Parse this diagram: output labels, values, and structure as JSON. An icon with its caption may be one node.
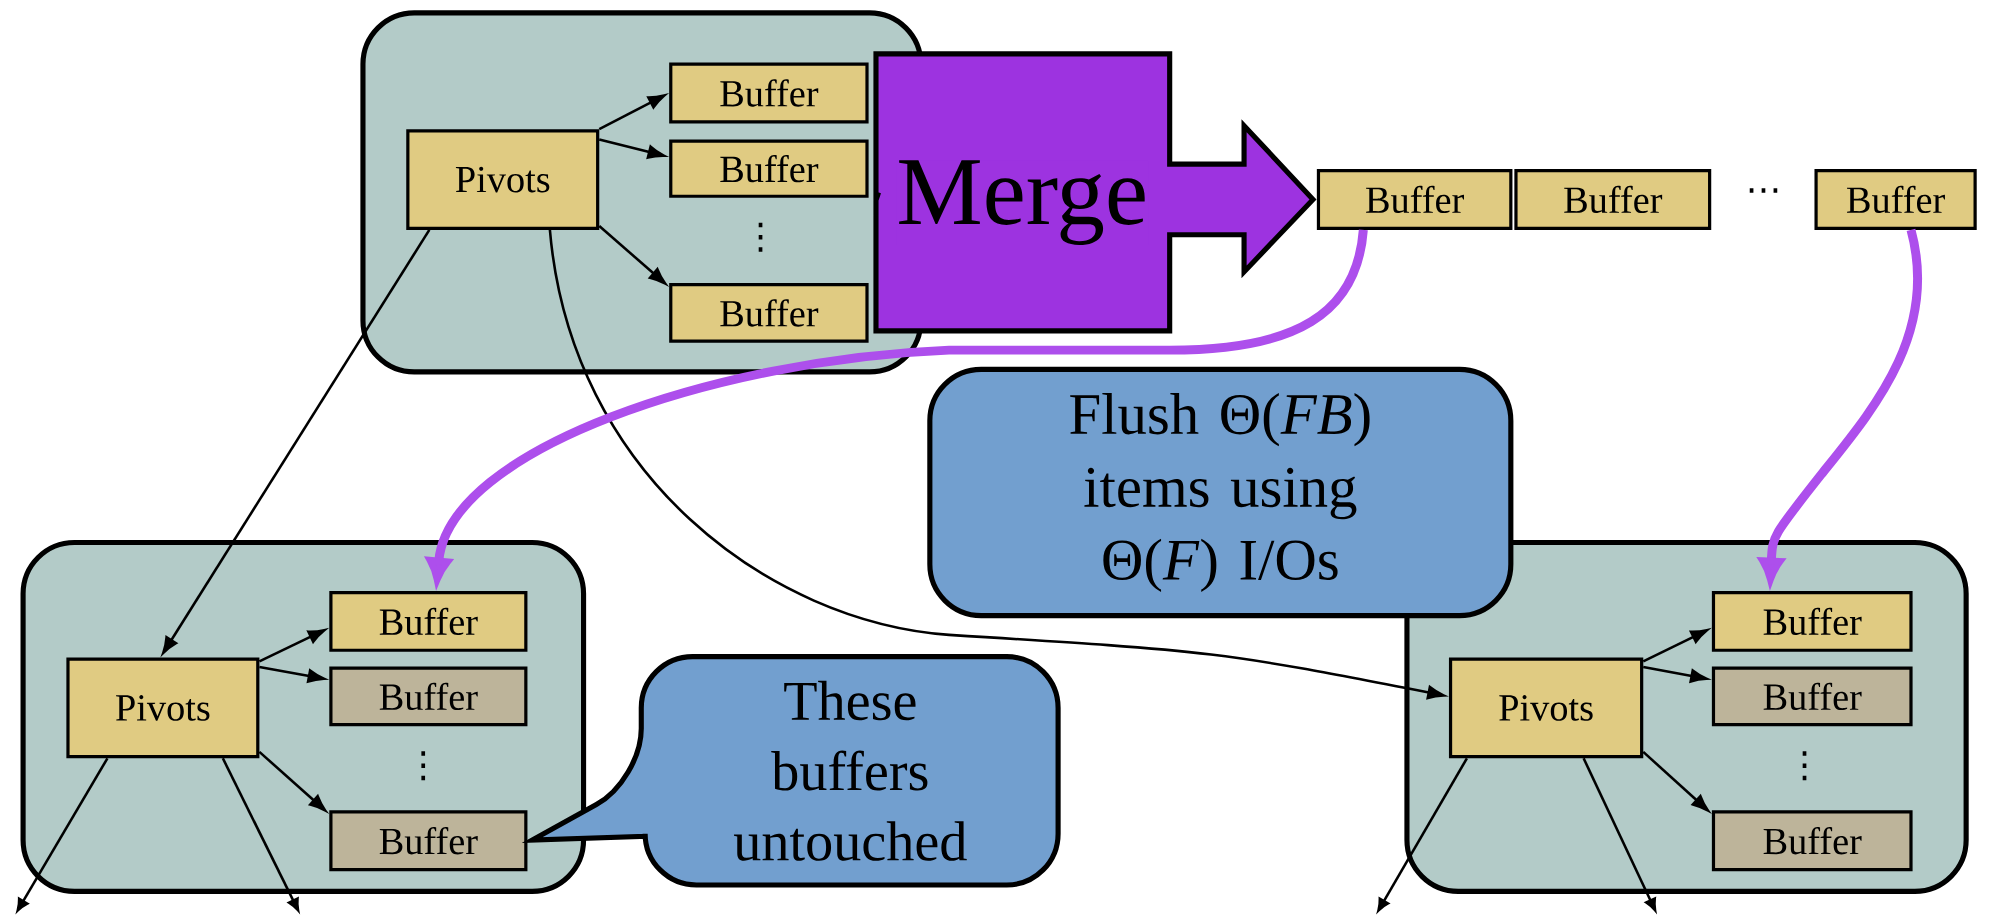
{
  "diagram": {
    "nodes": [
      {
        "text": [],
        "shape": "box"
      },
      {
        "text": [
          "Pivots"
        ],
        "in": 0
      },
      {
        "text": [
          "Buffer"
        ],
        "in": 0
      },
      {
        "text": [
          "Buffer"
        ],
        "in": 0
      },
      {
        "text": [
          "Buffer"
        ],
        "in": 0
      },
      {
        "text": [
          "Buffer"
        ]
      },
      {
        "text": [
          "Buffer"
        ]
      },
      {
        "text": [
          "Buffer"
        ]
      },
      {
        "text": [],
        "shape": "box"
      },
      {
        "text": [
          "Pivots"
        ],
        "in": 8
      },
      {
        "text": [
          "Buffer"
        ],
        "in": 8
      },
      {
        "text": [
          "Buffer"
        ],
        "in": 8
      },
      {
        "text": [
          "Buffer"
        ],
        "in": 8
      },
      {
        "text": [
          "These buffers untouched"
        ]
      },
      {
        "text": [],
        "shape": "box"
      },
      {
        "text": [
          "Pivots"
        ],
        "in": 14
      },
      {
        "text": [
          "Buffer"
        ],
        "in": 14
      },
      {
        "text": [
          "Buffer"
        ],
        "in": 14
      },
      {
        "text": [
          "Buffer"
        ],
        "in": 14
      },
      {
        "text": [
          "Flush Θ(*FB*) items using Θ(*F*) I/Os"
        ]
      }
    ],
    "edges": [
      {
        "from": 1,
        "to": 2,
        "arrow": "to"
      },
      {
        "from": 1,
        "to": 3,
        "arrow": "to"
      },
      {
        "from": 1,
        "to": 4,
        "arrow": "to"
      },
      {
        "from": 1,
        "to": 9,
        "arrow": "to"
      },
      {
        "from": 1,
        "to": 15,
        "arrow": "to"
      },
      {
        "from": 5,
        "to": 10,
        "arrow": "to",
        "style": "thick",
        "color": "#ad4fec"
      },
      {
        "from": 7,
        "to": 16,
        "arrow": "to",
        "style": "thick",
        "color": "#ad4fec"
      },
      {
        "from": 9,
        "to": 10,
        "arrow": "to"
      },
      {
        "from": 9,
        "to": 11,
        "arrow": "to"
      },
      {
        "from": 9,
        "to": 12,
        "arrow": "to"
      },
      {
        "from": 9,
        "to": null,
        "arrow": "to"
      },
      {
        "from": 9,
        "to": null,
        "arrow": "to"
      },
      {
        "from": 15,
        "to": 16,
        "arrow": "to"
      },
      {
        "from": 15,
        "to": 17,
        "arrow": "to"
      },
      {
        "from": 15,
        "to": 18,
        "arrow": "to"
      },
      {
        "from": 15,
        "to": null,
        "arrow": "to"
      },
      {
        "from": 15,
        "to": null,
        "arrow": "to"
      },
      {
        "from": 0,
        "to": 5,
        "arrow": "to",
        "label": "Merge",
        "style": "thick",
        "color": "#9d33e0"
      }
    ],
    "labels": [
      "⋯",
      "⋮",
      "⋮",
      "⋮"
    ]
  }
}
